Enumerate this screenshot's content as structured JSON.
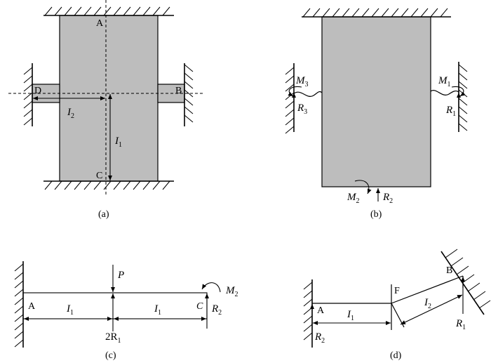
{
  "panels": {
    "a": {
      "caption": "(a)",
      "point_A": "A",
      "point_B": "B",
      "point_C": "C",
      "point_D": "D",
      "l2": {
        "main": "I",
        "sub": "2"
      },
      "l1": {
        "main": "I",
        "sub": "1"
      }
    },
    "b": {
      "caption": "(b)",
      "M3": {
        "main": "M",
        "sub": "3"
      },
      "R3": {
        "main": "R",
        "sub": "3"
      },
      "M1": {
        "main": "M",
        "sub": "1"
      },
      "R1": {
        "main": "R",
        "sub": "1"
      },
      "M2": {
        "main": "M",
        "sub": "2"
      },
      "R2": {
        "main": "R",
        "sub": "2"
      }
    },
    "c": {
      "caption": "(c)",
      "point_A": "A",
      "point_C": "C",
      "P": "P",
      "l1_left": {
        "main": "I",
        "sub": "1"
      },
      "l1_right": {
        "main": "I",
        "sub": "1"
      },
      "R2": {
        "main": "R",
        "sub": "2"
      },
      "M2": {
        "main": "M",
        "sub": "2"
      },
      "twoR1": {
        "main": "2R",
        "sub": "1"
      }
    },
    "d": {
      "caption": "(d)",
      "point_A": "A",
      "point_F": "F",
      "point_B": "B",
      "l1": {
        "main": "I",
        "sub": "1"
      },
      "l2": {
        "main": "I",
        "sub": "2"
      },
      "R2": {
        "main": "R",
        "sub": "2"
      },
      "R1": {
        "main": "R",
        "sub": "1"
      }
    }
  }
}
